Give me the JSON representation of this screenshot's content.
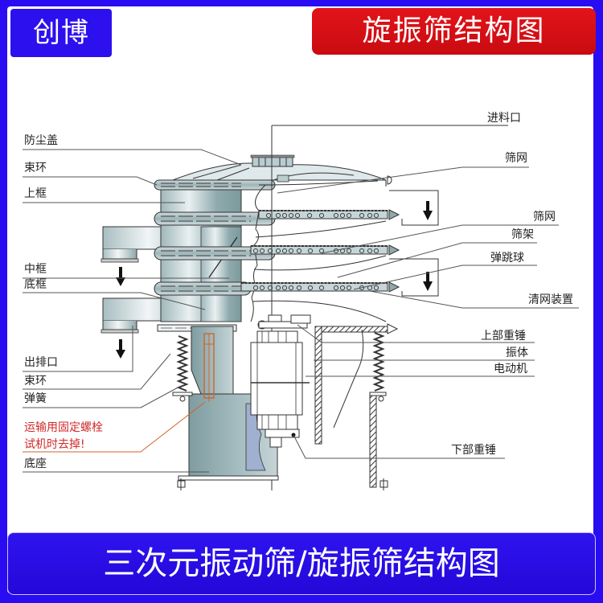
{
  "header": {
    "brand": "创博",
    "title": "旋振筛结构图"
  },
  "footer": {
    "caption": "三次元振动筛/旋振筛结构图"
  },
  "colors": {
    "background_blue": "#2a0cf2",
    "brand_badge": "#2d10ee",
    "title_badge": "#d8101a",
    "warning_text": "#d12a2a",
    "machine_steel": "#a9c0c2",
    "bolt_orange": "#d2642a"
  },
  "diagram": {
    "subject": "旋振筛 (rotary vibrating sieve)",
    "left_labels": [
      {
        "id": "dust-cover",
        "text": "防尘盖"
      },
      {
        "id": "clamp-ring-top",
        "text": "束环"
      },
      {
        "id": "upper-frame",
        "text": "上框"
      },
      {
        "id": "middle-frame",
        "text": "中框"
      },
      {
        "id": "bottom-frame",
        "text": "底框"
      },
      {
        "id": "discharge-outlet",
        "text": "出排口"
      },
      {
        "id": "clamp-ring-bottom",
        "text": "束环"
      },
      {
        "id": "spring",
        "text": "弹簧"
      },
      {
        "id": "base",
        "text": "底座"
      }
    ],
    "warning": {
      "line1": "运输用固定螺栓",
      "line2": "试机时去掉!"
    },
    "right_labels": [
      {
        "id": "feed-inlet",
        "text": "进料口"
      },
      {
        "id": "screen-mesh-1",
        "text": "筛网"
      },
      {
        "id": "screen-mesh-2",
        "text": "筛网"
      },
      {
        "id": "screen-frame",
        "text": "筛架"
      },
      {
        "id": "bouncing-ball",
        "text": "弹跳球"
      },
      {
        "id": "mesh-cleaning-device",
        "text": "清网装置"
      },
      {
        "id": "upper-weight",
        "text": "上部重锤"
      },
      {
        "id": "vibrating-body",
        "text": "振体"
      },
      {
        "id": "motor",
        "text": "电动机"
      },
      {
        "id": "lower-weight",
        "text": "下部重锤"
      }
    ]
  }
}
